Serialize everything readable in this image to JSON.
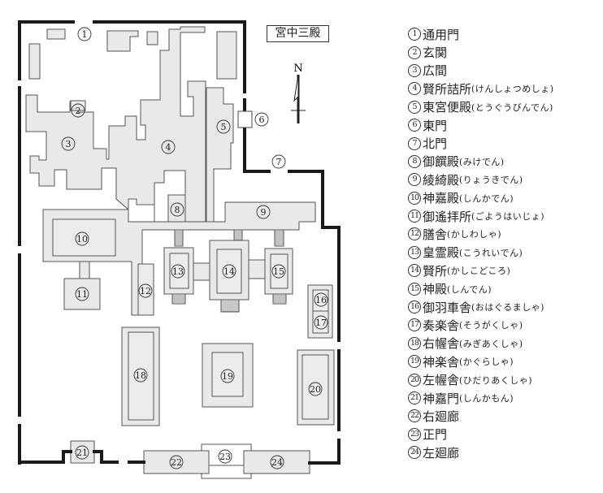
{
  "title": "宮中三殿",
  "compass": "N",
  "legend": {
    "items": [
      {
        "n": "1",
        "name": "通用門",
        "reading": ""
      },
      {
        "n": "2",
        "name": "玄関",
        "reading": ""
      },
      {
        "n": "3",
        "name": "広間",
        "reading": ""
      },
      {
        "n": "4",
        "name": "賢所詰所",
        "reading": "(けんしょつめしょ)"
      },
      {
        "n": "5",
        "name": "東宮便殿",
        "reading": "(とうぐうびんでん)"
      },
      {
        "n": "6",
        "name": "東門",
        "reading": ""
      },
      {
        "n": "7",
        "name": "北門",
        "reading": ""
      },
      {
        "n": "8",
        "name": "御饌殿",
        "reading": "(みけでん)"
      },
      {
        "n": "9",
        "name": "綾綺殿",
        "reading": "(りょうきでん)"
      },
      {
        "n": "10",
        "name": "神嘉殿",
        "reading": "(しんかでん)"
      },
      {
        "n": "11",
        "name": "御遙拝所",
        "reading": "(ごようはいじょ)"
      },
      {
        "n": "12",
        "name": "膳舎",
        "reading": "(かしわしゃ)"
      },
      {
        "n": "13",
        "name": "皇霊殿",
        "reading": "(こうれいでん)"
      },
      {
        "n": "14",
        "name": "賢所",
        "reading": "(かしこどころ)"
      },
      {
        "n": "15",
        "name": "神殿",
        "reading": "(しんでん)"
      },
      {
        "n": "16",
        "name": "御羽車舎",
        "reading": "(おはぐるましゃ)"
      },
      {
        "n": "17",
        "name": "奏楽舎",
        "reading": "(そうがくしゃ)"
      },
      {
        "n": "18",
        "name": "右幄舎",
        "reading": "(みぎあくしゃ)"
      },
      {
        "n": "19",
        "name": "神楽舎",
        "reading": "(かぐらしゃ)"
      },
      {
        "n": "20",
        "name": "左幄舎",
        "reading": "(ひだりあくしゃ)"
      },
      {
        "n": "21",
        "name": "神嘉門",
        "reading": "(しんかもん)"
      },
      {
        "n": "22",
        "name": "右廻廊",
        "reading": ""
      },
      {
        "n": "23",
        "name": "正門",
        "reading": ""
      },
      {
        "n": "24",
        "name": "左廻廊",
        "reading": ""
      }
    ]
  }
}
